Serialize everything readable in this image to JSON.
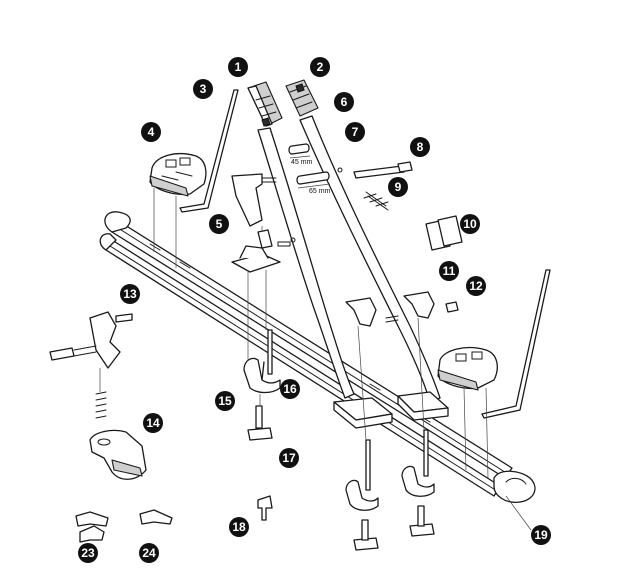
{
  "dimensions": {
    "short_spacer": "45 mm",
    "long_spacer": "65 mm"
  },
  "callouts": [
    {
      "id": "callout-1",
      "label": "1"
    },
    {
      "id": "callout-2",
      "label": "2"
    },
    {
      "id": "callout-3",
      "label": "3"
    },
    {
      "id": "callout-4",
      "label": "4"
    },
    {
      "id": "callout-5",
      "label": "5"
    },
    {
      "id": "callout-6",
      "label": "6"
    },
    {
      "id": "callout-7",
      "label": "7"
    },
    {
      "id": "callout-8",
      "label": "8"
    },
    {
      "id": "callout-9",
      "label": "9"
    },
    {
      "id": "callout-10",
      "label": "10"
    },
    {
      "id": "callout-11",
      "label": "11"
    },
    {
      "id": "callout-12",
      "label": "12"
    },
    {
      "id": "callout-13",
      "label": "13"
    },
    {
      "id": "callout-14",
      "label": "14"
    },
    {
      "id": "callout-15",
      "label": "15"
    },
    {
      "id": "callout-16",
      "label": "16"
    },
    {
      "id": "callout-17",
      "label": "17"
    },
    {
      "id": "callout-18",
      "label": "18"
    },
    {
      "id": "callout-19",
      "label": "19"
    },
    {
      "id": "callout-23",
      "label": "23"
    },
    {
      "id": "callout-24",
      "label": "24"
    }
  ]
}
